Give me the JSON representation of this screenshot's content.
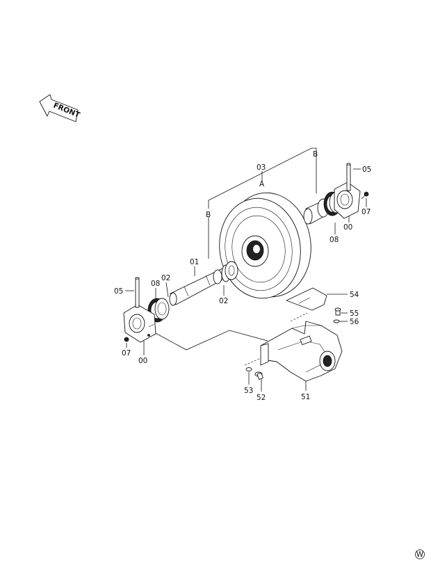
{
  "front_arrow": {
    "label": "FRONT"
  },
  "callouts": {
    "p03": "03",
    "pA": "A",
    "pB_right": "B",
    "pB_left": "B",
    "p05_right": "05",
    "p07_right": "07",
    "p00_right": "00",
    "p08_right": "08",
    "p01": "01",
    "p02_upper": "02",
    "p02_lower": "02",
    "p08_left": "08",
    "p05_left": "05",
    "p07_left": "07",
    "p00_left": "00",
    "p54": "54",
    "p55": "55",
    "p56": "56",
    "p53": "53",
    "p52": "52",
    "p51": "51"
  },
  "corner_mark": {
    "label": "W"
  }
}
